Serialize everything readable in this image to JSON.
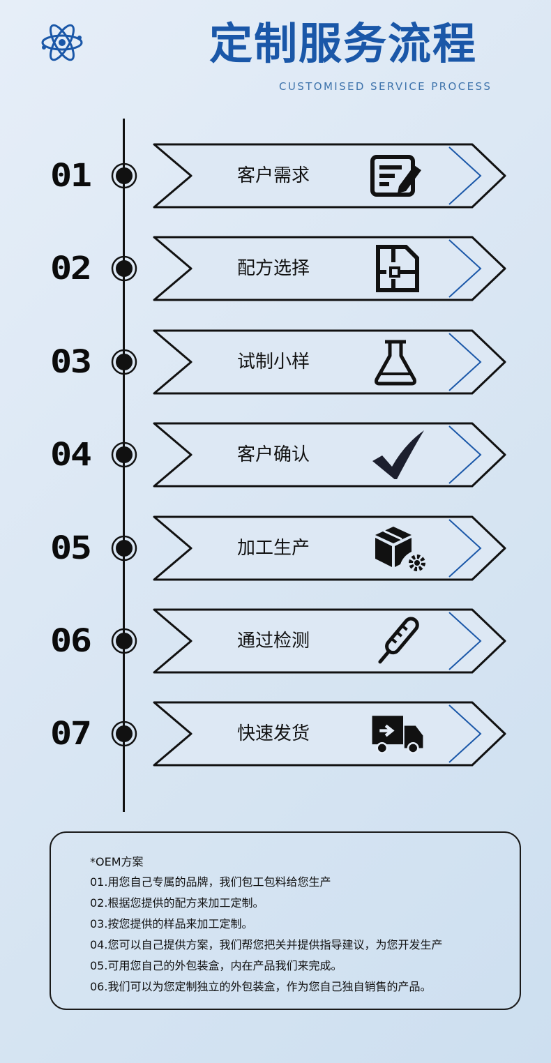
{
  "header": {
    "logo_icon": "atom-icon",
    "title": "定制服务流程",
    "subtitle": "CUSTOMISED SERVICE PROCESS",
    "title_color": "#1a57a8"
  },
  "steps": [
    {
      "number": "01",
      "label": "客户需求",
      "icon": "form-edit-icon"
    },
    {
      "number": "02",
      "label": "配方选择",
      "icon": "floor-plan-icon"
    },
    {
      "number": "03",
      "label": "试制小样",
      "icon": "flask-icon"
    },
    {
      "number": "04",
      "label": "客户确认",
      "icon": "checkmark-icon"
    },
    {
      "number": "05",
      "label": "加工生产",
      "icon": "box-gear-icon"
    },
    {
      "number": "06",
      "label": "通过检测",
      "icon": "thermometer-icon"
    },
    {
      "number": "07",
      "label": "快速发货",
      "icon": "delivery-truck-icon"
    }
  ],
  "notes": {
    "title": "*OEM方案",
    "items": [
      "01.用您自己专属的品牌，我们包工包料给您生产",
      "02.根据您提供的配方来加工定制。",
      "03.按您提供的样品来加工定制。",
      "04.您可以自己提供方案，我们帮您把关并提供指导建议，为您开发生产",
      "05.可用您自己的外包装盒，内在产品我们来完成。",
      "06.我们可以为您定制独立的外包装盒，作为您自己独自销售的产品。"
    ]
  }
}
